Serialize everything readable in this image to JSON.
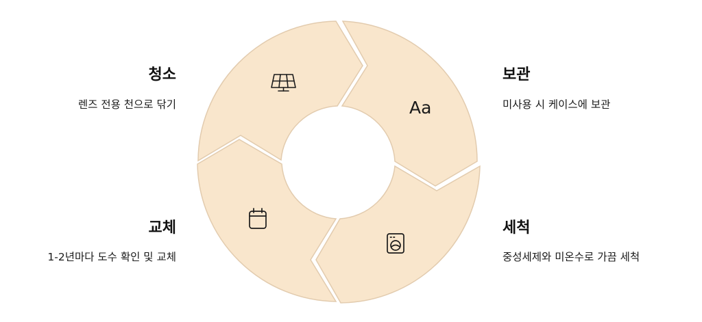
{
  "colors": {
    "segment_fill": "#f9e6cc",
    "segment_stroke": "#e2cbae",
    "icon_stroke": "#1a1a1a",
    "background": "#ffffff"
  },
  "steps": [
    {
      "title": "청소",
      "description": "렌즈 전용 천으로 닦기",
      "icon": "solar-panel-icon"
    },
    {
      "title": "보관",
      "description": "미사용 시 케이스에 보관",
      "icon": "font-aa-icon",
      "icon_text": "Aa"
    },
    {
      "title": "세척",
      "description": "중성세제와 미온수로 가끔 세척",
      "icon": "washing-machine-icon"
    },
    {
      "title": "교체",
      "description": "1-2년마다 도수 확인 및 교체",
      "icon": "calendar-icon"
    }
  ]
}
